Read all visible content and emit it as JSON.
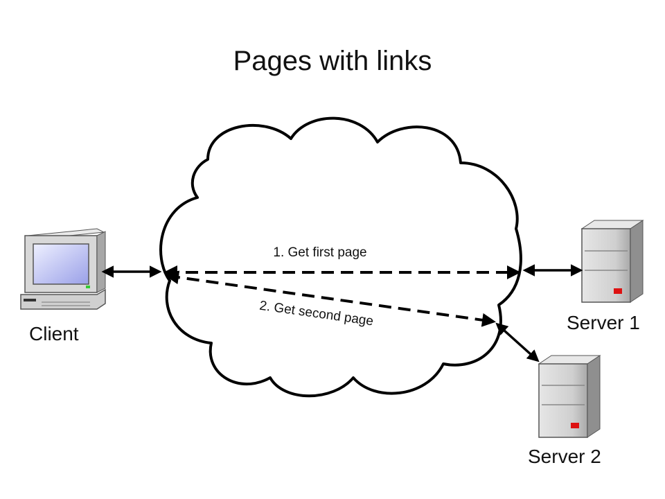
{
  "slide": {
    "title": "Pages with links"
  },
  "nodes": {
    "client": {
      "label": "Client",
      "icon": "desktop-computer-icon"
    },
    "server1": {
      "label": "Server 1",
      "icon": "server-tower-icon"
    },
    "server2": {
      "label": "Server 2",
      "icon": "server-tower-icon"
    },
    "network": {
      "icon": "cloud-icon"
    }
  },
  "requests": [
    {
      "label": "1. Get first page",
      "style": "dashed"
    },
    {
      "label": "2. Get second page",
      "style": "dashed"
    }
  ],
  "colors": {
    "line": "#000000",
    "screen": "#c9ccf2",
    "case": "#d6d6d6",
    "server_body": "#cfcfcf",
    "server_led": "#dd1111"
  }
}
